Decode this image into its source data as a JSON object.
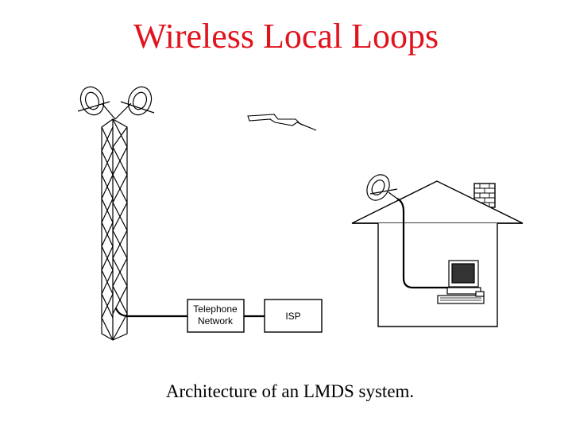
{
  "title": "Wireless Local Loops",
  "caption": "Architecture of an LMDS system.",
  "boxes": {
    "telephone_network": {
      "line1": "Telephone",
      "line2": "Network"
    },
    "isp": {
      "label": "ISP"
    }
  }
}
